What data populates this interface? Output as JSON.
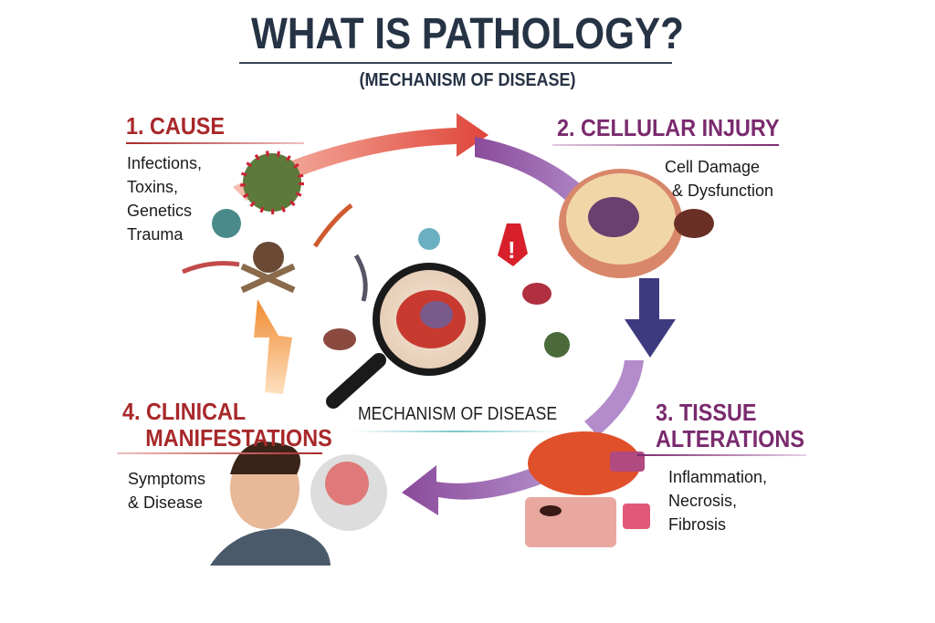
{
  "title": "WHAT IS PATHOLOGY?",
  "subtitle": "(MECHANISM OF DISEASE)",
  "center_label": "MECHANISM OF DISEASE",
  "steps": [
    {
      "heading": "1. CAUSE",
      "lines": [
        "Infections,",
        "Toxins,",
        "Genetics",
        "Trauma"
      ]
    },
    {
      "heading": "2. CELLULAR INJURY",
      "lines": [
        "Cell Damage",
        "& Dysfunction"
      ]
    },
    {
      "heading_lines": [
        "3. TISSUE",
        "ALTERATIONS"
      ],
      "lines": [
        "Inflammation,",
        "Necrosis,",
        "Fibrosis"
      ]
    },
    {
      "heading_lines": [
        "4. CLINICAL",
        "MANIFESTATIONS"
      ],
      "lines": [
        "Symptoms",
        "& Disease"
      ]
    }
  ],
  "colors": {
    "title": "#263345",
    "red": "#a8282a",
    "purple": "#7a2a6e",
    "orange": "#f0903a"
  }
}
